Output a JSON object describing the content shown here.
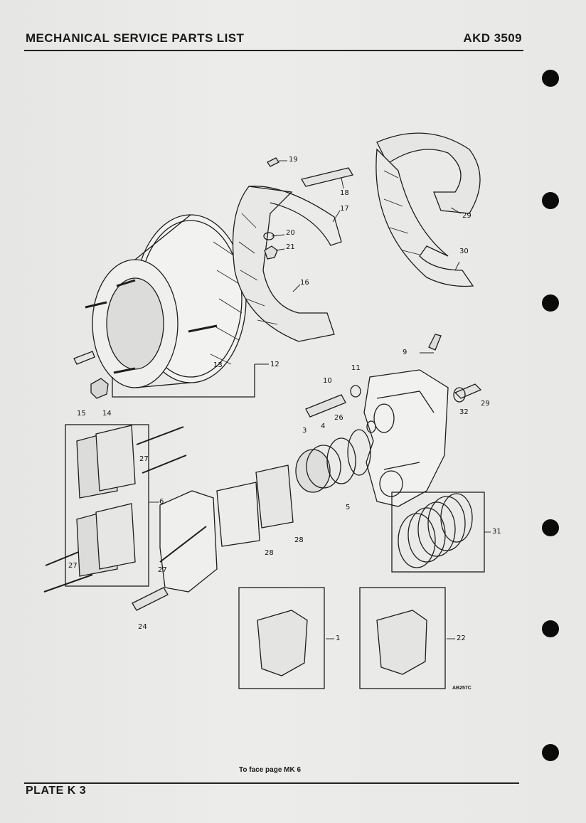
{
  "header": {
    "title": "MECHANICAL SERVICE PARTS LIST",
    "code": "AKD 3509"
  },
  "footer": {
    "facing_note": "To face page MK 6",
    "plate": "PLATE K 3"
  },
  "figure": {
    "reference": "AB257C",
    "callouts": {
      "c1": "1",
      "c3": "3",
      "c4": "4",
      "c5": "5",
      "c6": "6",
      "c9": "9",
      "c10": "10",
      "c11": "11",
      "c12": "12",
      "c13": "13",
      "c14": "14",
      "c15": "15",
      "c16": "16",
      "c17": "17",
      "c18": "18",
      "c19": "19",
      "c20": "20",
      "c21": "21",
      "c22": "22",
      "c24": "24",
      "c26": "26",
      "c27a": "27",
      "c27b": "27",
      "c27c": "27",
      "c28a": "28",
      "c28b": "28",
      "c29a": "29",
      "c29b": "29",
      "c30": "30",
      "c31": "31",
      "c32": "32"
    }
  }
}
